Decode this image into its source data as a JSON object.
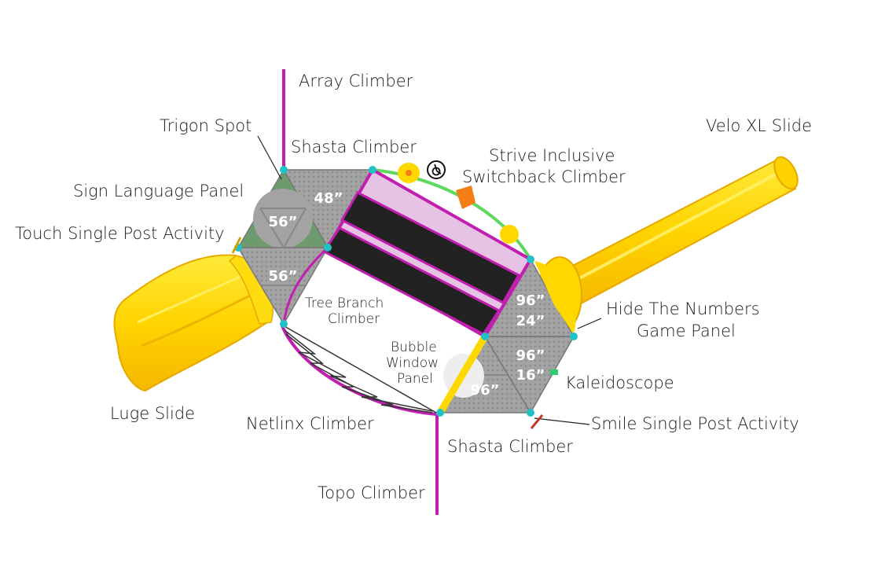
{
  "title": "Playground layout diagram",
  "labels": {
    "array_climber": "Array Climber",
    "trigon_spot": "Trigon Spot",
    "shasta_climber_top": "Shasta Climber",
    "strive_inclusive": "Strive Inclusive",
    "switchback_climber": "Switchback Climber",
    "velo_xl_slide": "Velo XL Slide",
    "sign_language_panel": "Sign Language Panel",
    "touch_single_post": "Touch Single Post Activity",
    "tree_branch_1": "Tree Branch",
    "tree_branch_2": "Climber",
    "hide_numbers_1": "Hide The Numbers",
    "hide_numbers_2": "Game Panel",
    "bubble_1": "Bubble",
    "bubble_2": "Window",
    "bubble_3": "Panel",
    "kaleidoscope": "Kaleidoscope",
    "luge_slide": "Luge Slide",
    "netlinx_climber": "Netlinx Climber",
    "smile_single_post": "Smile Single Post Activity",
    "shasta_climber_bottom": "Shasta Climber",
    "topo_climber": "Topo Climber"
  },
  "deck_heights": {
    "d1": "48”",
    "d2": "56”",
    "d3": "56”",
    "d4a": "96”",
    "d4b": "24”",
    "d5a": "96”",
    "d5b": "16”",
    "d6": "96”"
  },
  "icons": {
    "accessibility": "wheelchair-icon"
  },
  "colors": {
    "slide_yellow": "#ffe11a",
    "slide_shade": "#f2b705",
    "frame_magenta": "#c21fb0",
    "connector_cyan": "#20c2c8",
    "deck_gray": "#9a9a9a",
    "track_black": "#222222",
    "arch_green": "#5fd85f",
    "handhold_orange": "#f57f17"
  }
}
